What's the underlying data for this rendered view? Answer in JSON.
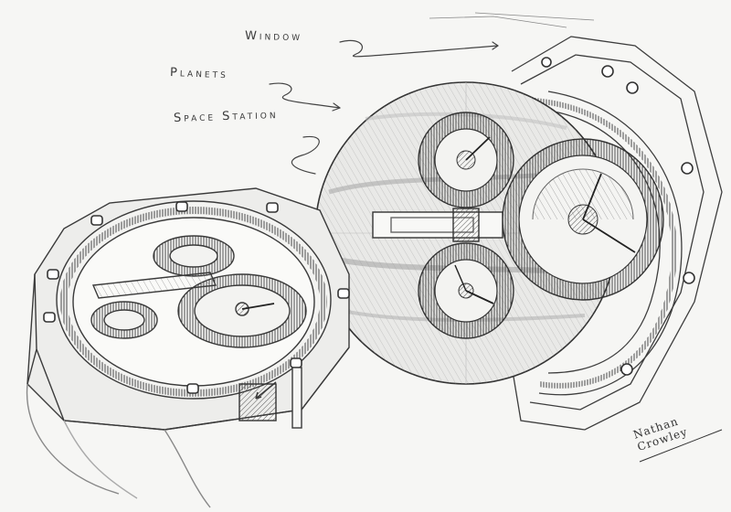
{
  "annotations": {
    "window": "Window",
    "planets": "Planets",
    "space_station": "Space Station"
  },
  "signature": "Nathan Crowley",
  "colors": {
    "paper": "#f6f6f4",
    "graphite": "#3a3a3a",
    "shade": "#8c8c8c"
  }
}
